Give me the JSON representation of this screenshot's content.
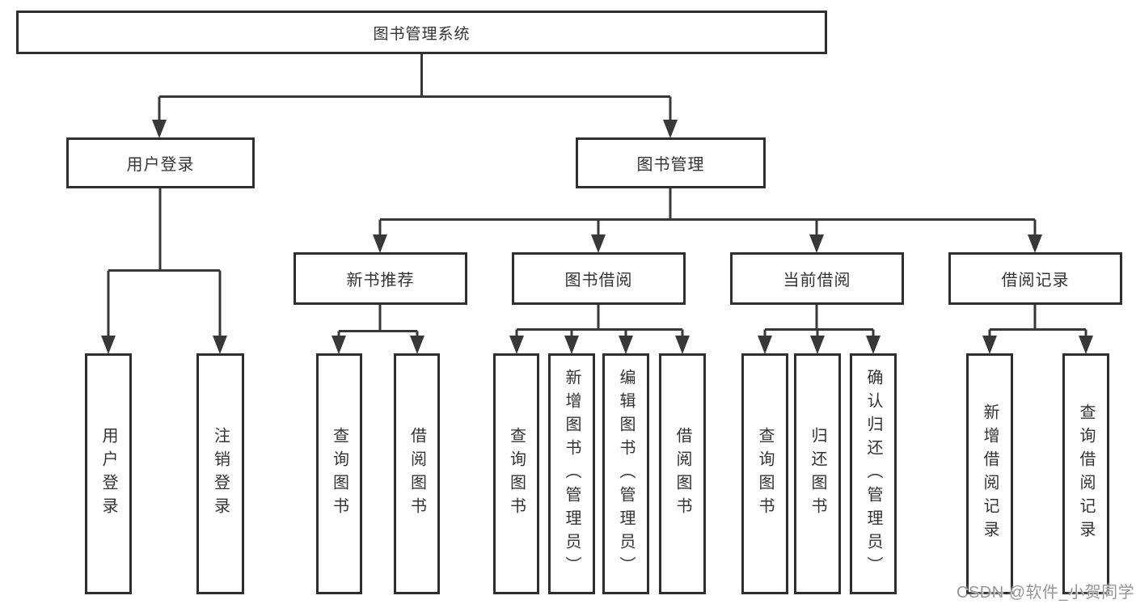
{
  "diagram": {
    "title": "图书管理系统",
    "children": [
      {
        "label": "用户登录",
        "children": [
          {
            "label": "用户登录"
          },
          {
            "label": "注销登录"
          }
        ]
      },
      {
        "label": "图书管理",
        "children": [
          {
            "label": "新书推荐",
            "children": [
              {
                "label": "查询图书"
              },
              {
                "label": "借阅图书"
              }
            ]
          },
          {
            "label": "图书借阅",
            "children": [
              {
                "label": "查询图书"
              },
              {
                "label": "新增图书（管理员）"
              },
              {
                "label": "编辑图书（管理员）"
              },
              {
                "label": "借阅图书"
              }
            ]
          },
          {
            "label": "当前借阅",
            "children": [
              {
                "label": "查询图书"
              },
              {
                "label": "归还图书"
              },
              {
                "label": "确认归还（管理员）"
              }
            ]
          },
          {
            "label": "借阅记录",
            "children": [
              {
                "label": "新增借阅记录"
              },
              {
                "label": "查询借阅记录"
              }
            ]
          }
        ]
      }
    ]
  },
  "watermark": "CSDN @软件_小贺同学",
  "colors": {
    "line": "#383838",
    "border": "#2f2f2f",
    "text": "#333333",
    "background": "#ffffff",
    "watermark": "#969696"
  }
}
